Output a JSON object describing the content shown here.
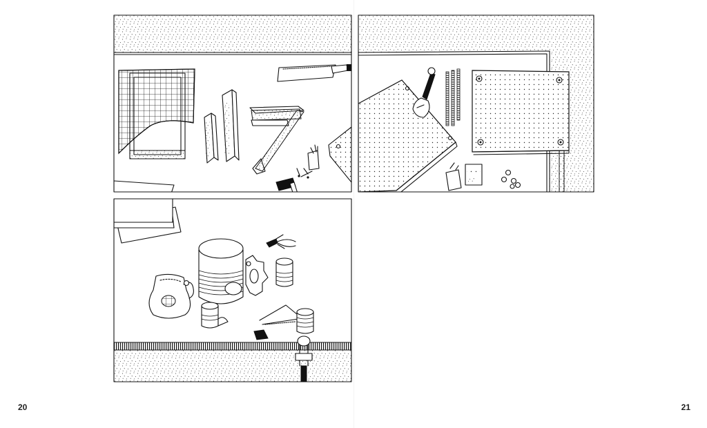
{
  "page_numbers": {
    "left": "20",
    "right": "21"
  },
  "colors": {
    "ink": "#111111",
    "paper": "#ffffff"
  },
  "panels": [
    {
      "id": "panel-1",
      "depicts": [
        "netting-mesh-icon",
        "wood-frame-icon",
        "wood-slats-icon",
        "saw-icon",
        "coil-icon",
        "hammer-icon",
        "nails-icon",
        "small-box-icon"
      ]
    },
    {
      "id": "panel-2",
      "depicts": [
        "pegboard-icon",
        "wrench-icon",
        "threaded-rods-icon",
        "bolts-icon",
        "nuts-icon",
        "small-boxes-icon"
      ]
    },
    {
      "id": "panel-3",
      "depicts": [
        "paper-sheets-icon",
        "tin-cans-icon",
        "gear-icon",
        "pliers-icon",
        "cloth-bag-icon",
        "hacksaw-icon",
        "clamp-icon"
      ]
    }
  ]
}
